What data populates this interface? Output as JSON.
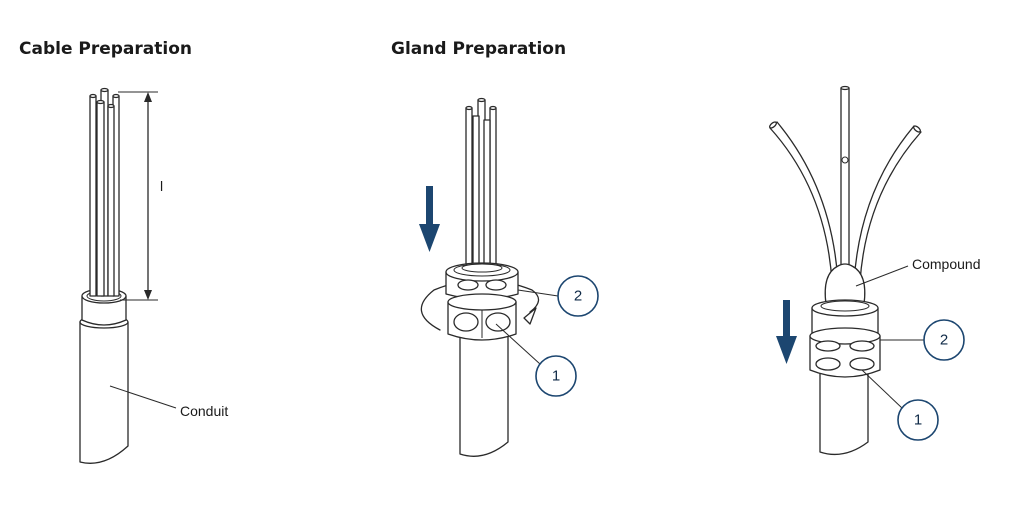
{
  "headings": {
    "cable_preparation": "Cable Preparation",
    "gland_preparation": "Gland Preparation"
  },
  "labels": {
    "length_marker": "l",
    "conduit": "Conduit",
    "compound": "Compound"
  },
  "callouts": {
    "item_1": "1",
    "item_2": "2"
  },
  "colors": {
    "accent_arrow": "#1c4670",
    "callout_circle": "#1c4670",
    "line_art": "#2a2a2a"
  }
}
